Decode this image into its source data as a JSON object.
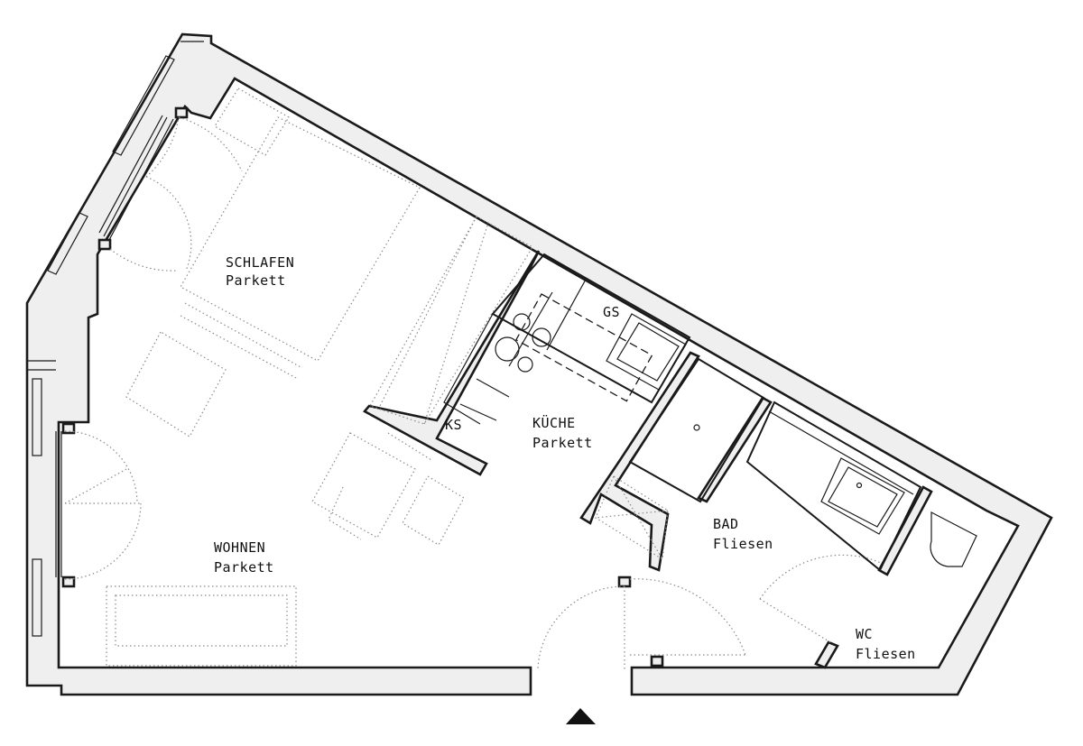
{
  "rooms": {
    "schlafen": {
      "name": "SCHLAFEN",
      "floor": "Parkett"
    },
    "kueche": {
      "name": "KÜCHE",
      "floor": "Parkett"
    },
    "wohnen": {
      "name": "WOHNEN",
      "floor": "Parkett"
    },
    "bad": {
      "name": "BAD",
      "floor": "Fliesen"
    },
    "wc": {
      "name": "WC",
      "floor": "Fliesen"
    }
  },
  "fixtures": {
    "ks": "KS",
    "gs": "GS"
  },
  "colors": {
    "wall_fill": "#efefef",
    "line": "#1a1a1a",
    "furniture": "#8a8a8a"
  },
  "icons": {
    "entrance": "entrance-arrow-icon"
  }
}
